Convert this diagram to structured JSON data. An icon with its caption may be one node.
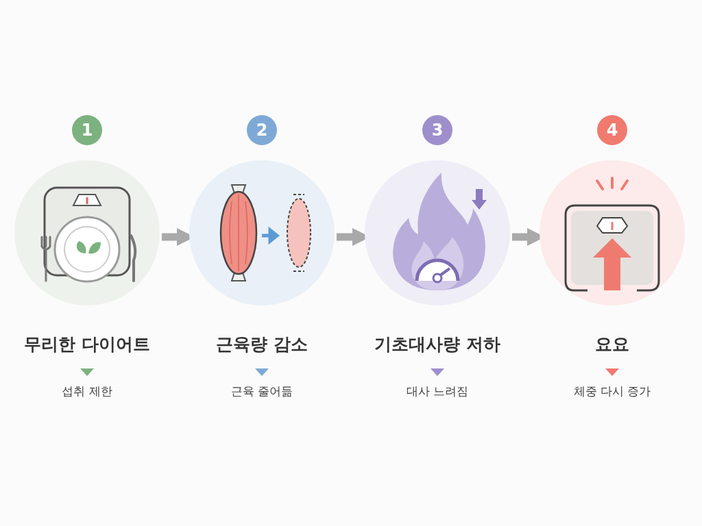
{
  "diagram": {
    "nodes": [
      {
        "text": [
          "1"
        ]
      },
      {
        "text": [
          "무리한 다이어트"
        ],
        "beside": [
          "섭취 제한"
        ]
      },
      {
        "text": [
          "2"
        ]
      },
      {
        "text": [
          "근육량 감소"
        ],
        "beside": [
          "근육 줄어듦"
        ]
      },
      {
        "text": [
          "3"
        ]
      },
      {
        "text": [
          "기초대사량 저하"
        ],
        "beside": [
          "대사 느려짐"
        ]
      },
      {
        "text": [
          "4"
        ]
      },
      {
        "text": [
          "요요"
        ],
        "beside": [
          "체중 다시 증가"
        ]
      }
    ],
    "edges": [
      {
        "from": 1,
        "to": 3,
        "arrow": "to"
      },
      {
        "from": 3,
        "to": 5,
        "arrow": "to"
      },
      {
        "from": 5,
        "to": 7,
        "arrow": "to"
      }
    ]
  }
}
